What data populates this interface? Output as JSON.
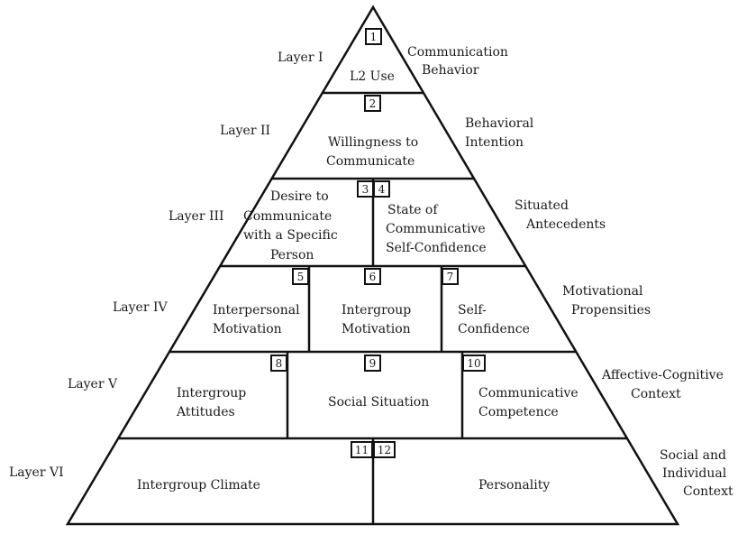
{
  "layers": [
    {
      "label": "Layer I",
      "side": [
        "Communication",
        "Behavior"
      ]
    },
    {
      "label": "Layer II",
      "side": [
        "Behavioral",
        "Intention"
      ]
    },
    {
      "label": "Layer III",
      "side": [
        "Situated",
        "Antecedents"
      ]
    },
    {
      "label": "Layer IV",
      "side": [
        "Motivational",
        "Propensities"
      ]
    },
    {
      "label": "Layer V",
      "side": [
        "Affective-Cognitive",
        "Context"
      ]
    },
    {
      "label": "Layer VI",
      "side": [
        "Social and",
        "Individual",
        "Context"
      ]
    }
  ],
  "boxes": [
    {
      "num": "1",
      "text": [
        "L2 Use"
      ]
    },
    {
      "num": "2",
      "text": [
        "Willingness to",
        "Communicate"
      ]
    },
    {
      "num": "3",
      "text": [
        "Desire to",
        "Communicate",
        "with a Specific",
        "Person"
      ]
    },
    {
      "num": "4",
      "text": [
        "State of",
        "Communicative",
        "Self-Confidence"
      ]
    },
    {
      "num": "5",
      "text": [
        "Interpersonal",
        "Motivation"
      ]
    },
    {
      "num": "6",
      "text": [
        "Intergroup",
        "Motivation"
      ]
    },
    {
      "num": "7",
      "text": [
        "Self-",
        "Confidence"
      ]
    },
    {
      "num": "8",
      "text": [
        "Intergroup",
        "Attitudes"
      ]
    },
    {
      "num": "9",
      "text": [
        "Social Situation"
      ]
    },
    {
      "num": "10",
      "text": [
        "Communicative",
        "Competence"
      ]
    },
    {
      "num": "11",
      "text": [
        "Intergroup Climate"
      ]
    },
    {
      "num": "12",
      "text": [
        "Personality"
      ]
    }
  ]
}
